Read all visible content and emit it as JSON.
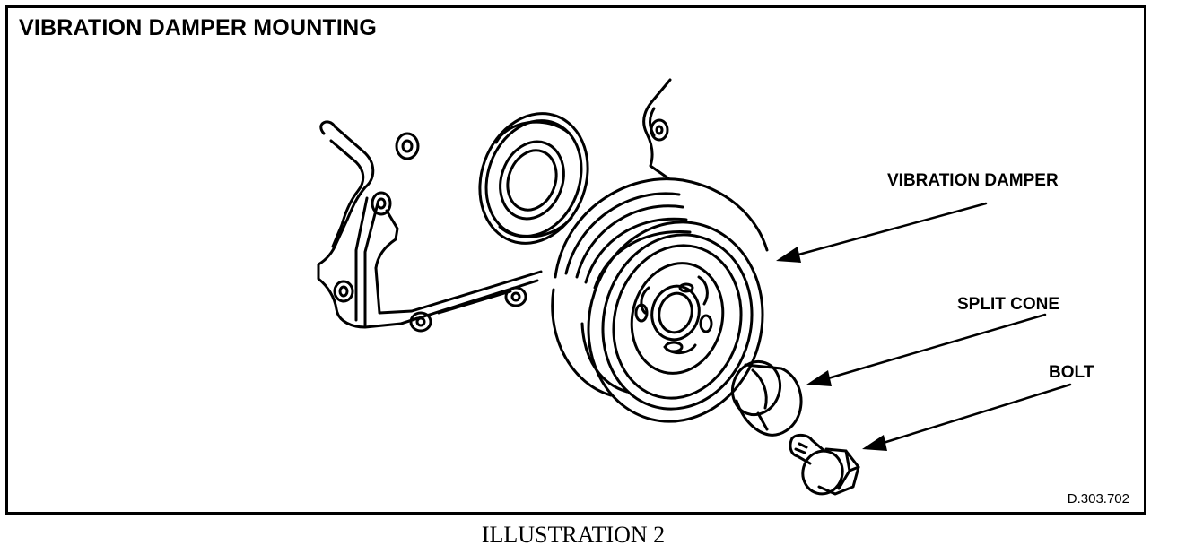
{
  "diagram": {
    "title": "VIBRATION DAMPER MOUNTING",
    "labels": {
      "vibration_damper": "VIBRATION DAMPER",
      "split_cone": "SPLIT CONE",
      "bolt": "BOLT"
    },
    "reference_code": "D.303.702"
  },
  "caption": "ILLUSTRATION 2"
}
